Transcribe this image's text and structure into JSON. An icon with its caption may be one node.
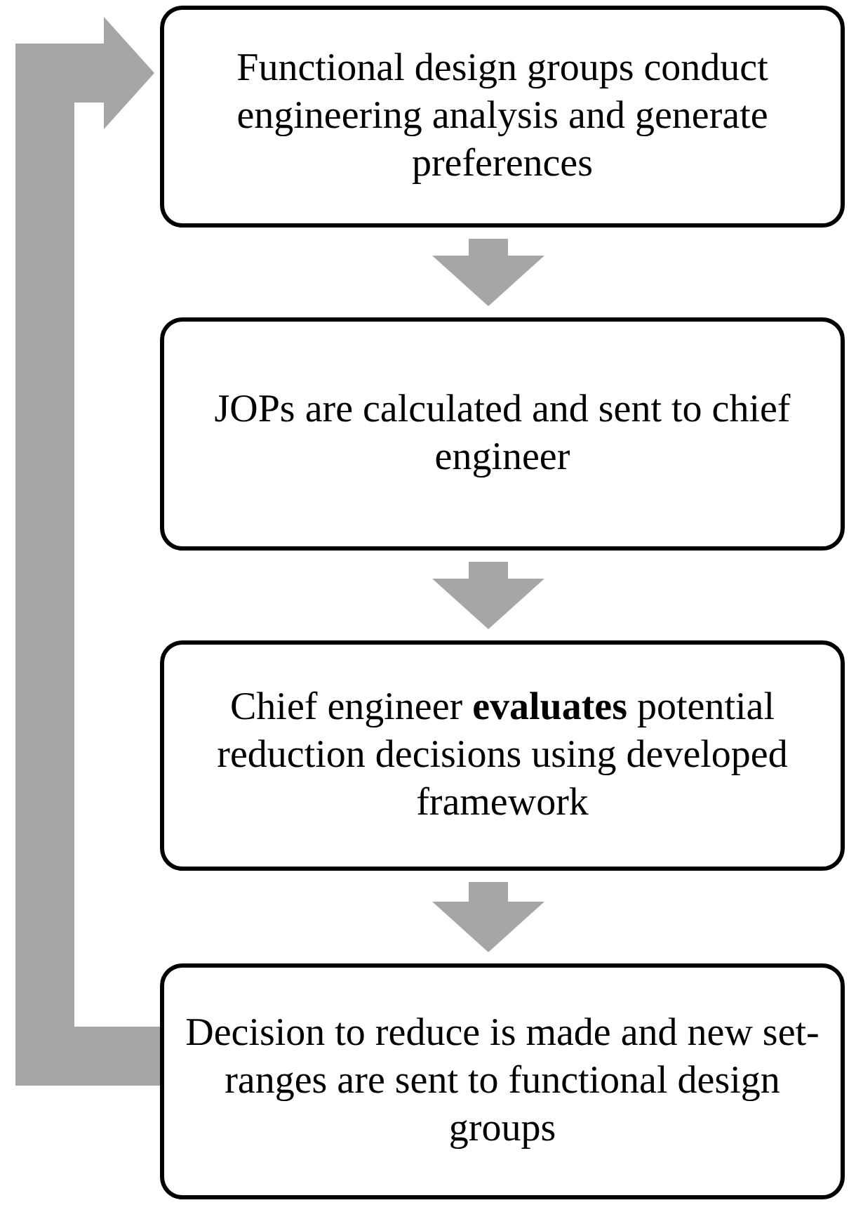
{
  "diagram": {
    "nodes": [
      {
        "text": [
          "Functional design groups conduct engineering analysis and generate preferences"
        ]
      },
      {
        "text": [
          "JOPs are calculated and sent to chief engineer"
        ]
      },
      {
        "text": [
          "Chief engineer **evaluates** potential reduction decisions using developed framework"
        ]
      },
      {
        "text": [
          "Decision to reduce is made and new set-ranges are sent to functional design groups"
        ]
      }
    ],
    "edges": [
      {
        "from": 0,
        "to": 1,
        "arrow": "to"
      },
      {
        "from": 1,
        "to": 2,
        "arrow": "to"
      },
      {
        "from": 2,
        "to": 3,
        "arrow": "to"
      },
      {
        "from": 3,
        "to": 0,
        "arrow": "to"
      }
    ]
  }
}
